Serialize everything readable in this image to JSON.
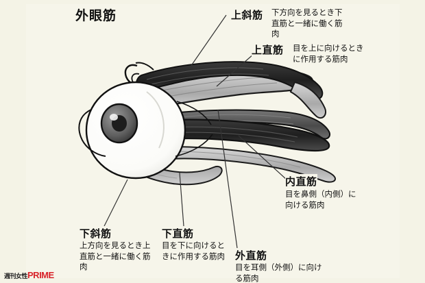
{
  "figure": {
    "title": "外眼筋",
    "background_color": "#f4f3e6",
    "watermark": {
      "prefix": "週刊女性",
      "accent": "PRIME",
      "accent_color": "#d8232a"
    }
  },
  "labels": {
    "superior_oblique": {
      "name": "上斜筋",
      "desc": "下方向を見るとき下直筋と一緒に働く筋肉"
    },
    "superior_rectus": {
      "name": "上直筋",
      "desc": "目を上に向けるときに作用する筋肉"
    },
    "medial_rectus": {
      "name": "内直筋",
      "desc": "目を鼻側（内側）に向ける筋肉"
    },
    "inferior_oblique": {
      "name": "下斜筋",
      "desc": "上方向を見るとき上直筋と一緒に働く筋肉"
    },
    "inferior_rectus": {
      "name": "下直筋",
      "desc": "目を下に向けるときに作用する筋肉"
    },
    "lateral_rectus": {
      "name": "外直筋",
      "desc": "目を耳側（外側）に向ける筋肉"
    }
  },
  "colors": {
    "muscle_dark": "#2b2b2b",
    "muscle_mid": "#555555",
    "muscle_light": "#8a8a8a",
    "eyeball": "#ffffff",
    "iris": "#6b6b6b",
    "outline": "#1a1a1a",
    "leader_line": "#333333"
  }
}
